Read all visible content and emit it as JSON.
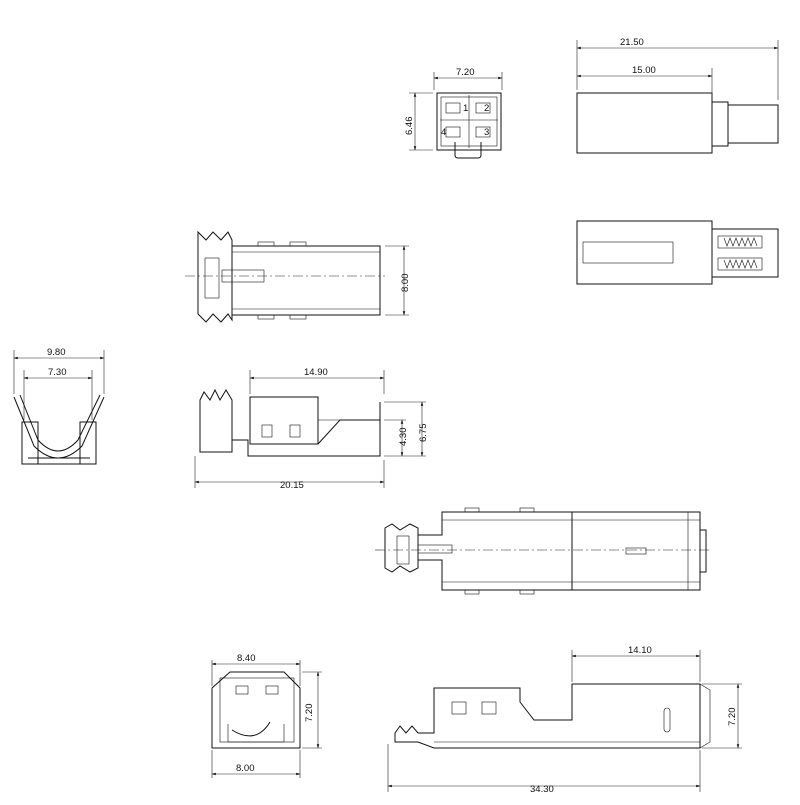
{
  "dimensions": {
    "front_width": "7.20",
    "front_height": "6.46",
    "overall_length": "21.50",
    "body_length": "15.00",
    "crimp_height": "8.00",
    "section_outer_width": "9.80",
    "section_inner_width": "7.30",
    "shell_length": "14.90",
    "side_height": "6.75",
    "side_inner_height": "4.30",
    "side_total_length": "20.15",
    "cover_top_width": "8.40",
    "cover_height": "7.20",
    "cover_bottom_width": "8.00",
    "cover_top_length": "14.10",
    "cover_side_height": "7.20",
    "cover_total_length": "34.30"
  },
  "pin_labels": [
    "1",
    "2",
    "3",
    "4"
  ]
}
